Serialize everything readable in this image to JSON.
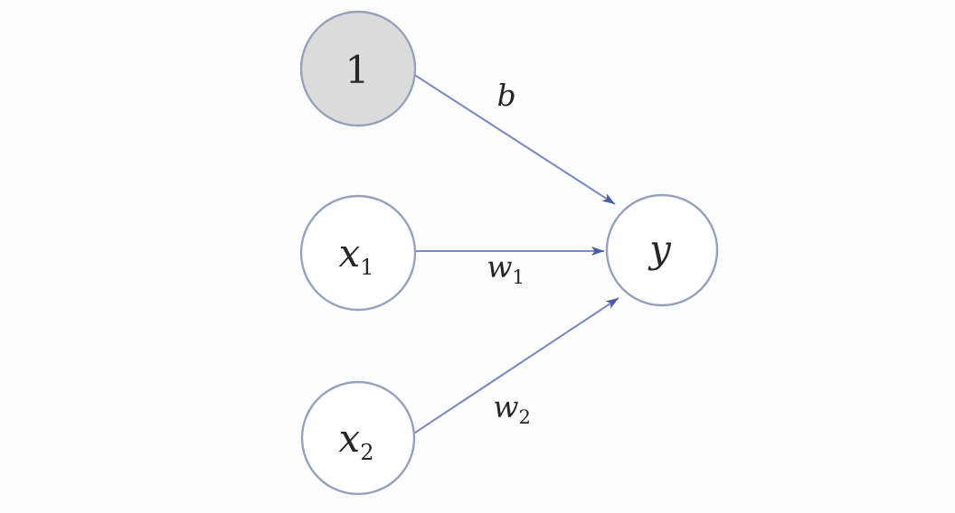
{
  "diagram": {
    "type": "neural-network-perceptron",
    "colors": {
      "background": "#fdfdfd",
      "node_fill": "#ffffff",
      "bias_fill": "#dcdcdc",
      "node_stroke": "#97a1bd",
      "edge_line": "#7d8bc0",
      "arrowhead": "#4a5ea8",
      "text": "#262626"
    },
    "nodes": [
      {
        "id": "bias",
        "label": "1",
        "sub": ""
      },
      {
        "id": "x1",
        "label": "x",
        "sub": "1"
      },
      {
        "id": "x2",
        "label": "x",
        "sub": "2"
      },
      {
        "id": "y",
        "label": "y",
        "sub": ""
      }
    ],
    "edges": [
      {
        "id": "bias-to-y",
        "from": "bias",
        "to": "y",
        "label": "b",
        "sub": ""
      },
      {
        "id": "x1-to-y",
        "from": "x1",
        "to": "y",
        "label": "w",
        "sub": "1"
      },
      {
        "id": "x2-to-y",
        "from": "x2",
        "to": "y",
        "label": "w",
        "sub": "2"
      }
    ]
  }
}
